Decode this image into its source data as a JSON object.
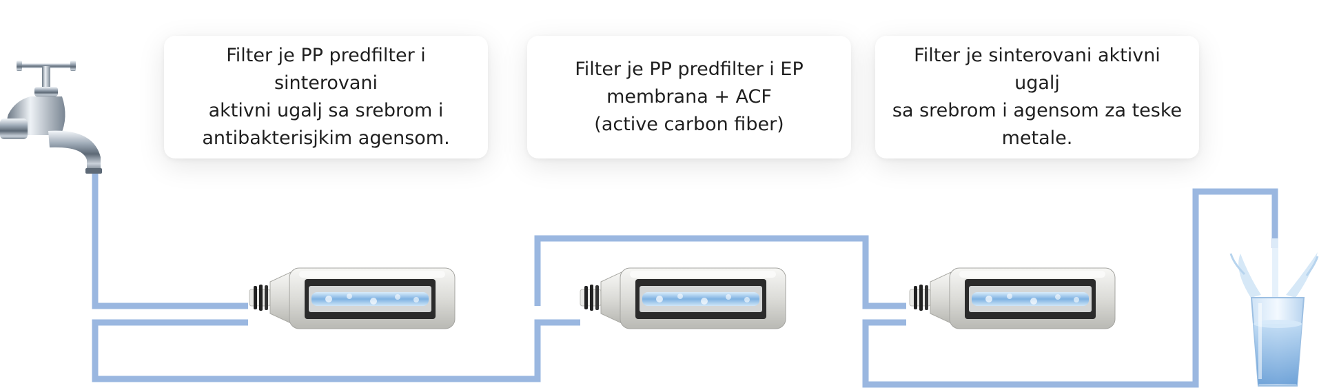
{
  "cards": [
    {
      "text": "Filter je PP predfilter i sinterovani\naktivni ugalj sa srebrom i\nantibakterisjkim agensom."
    },
    {
      "text": "Filter je PP predfilter i EP\nmembrana + ACF\n(active carbon fiber)"
    },
    {
      "text": "Filter je sinterovani aktivni ugalj\nsa srebrom i  agensom za teske\nmetale."
    }
  ],
  "icons": {
    "source": "faucet-icon",
    "filters": [
      "filter-cartridge-icon",
      "filter-cartridge-icon",
      "filter-cartridge-icon"
    ],
    "output": "water-glass-icon"
  },
  "colors": {
    "pipe": "#9ab7e0",
    "card_text": "#1f1f1f",
    "cartridge_body": "#e6e6e3",
    "cartridge_core": "#2c2c2c",
    "water": "#a9cdee"
  }
}
